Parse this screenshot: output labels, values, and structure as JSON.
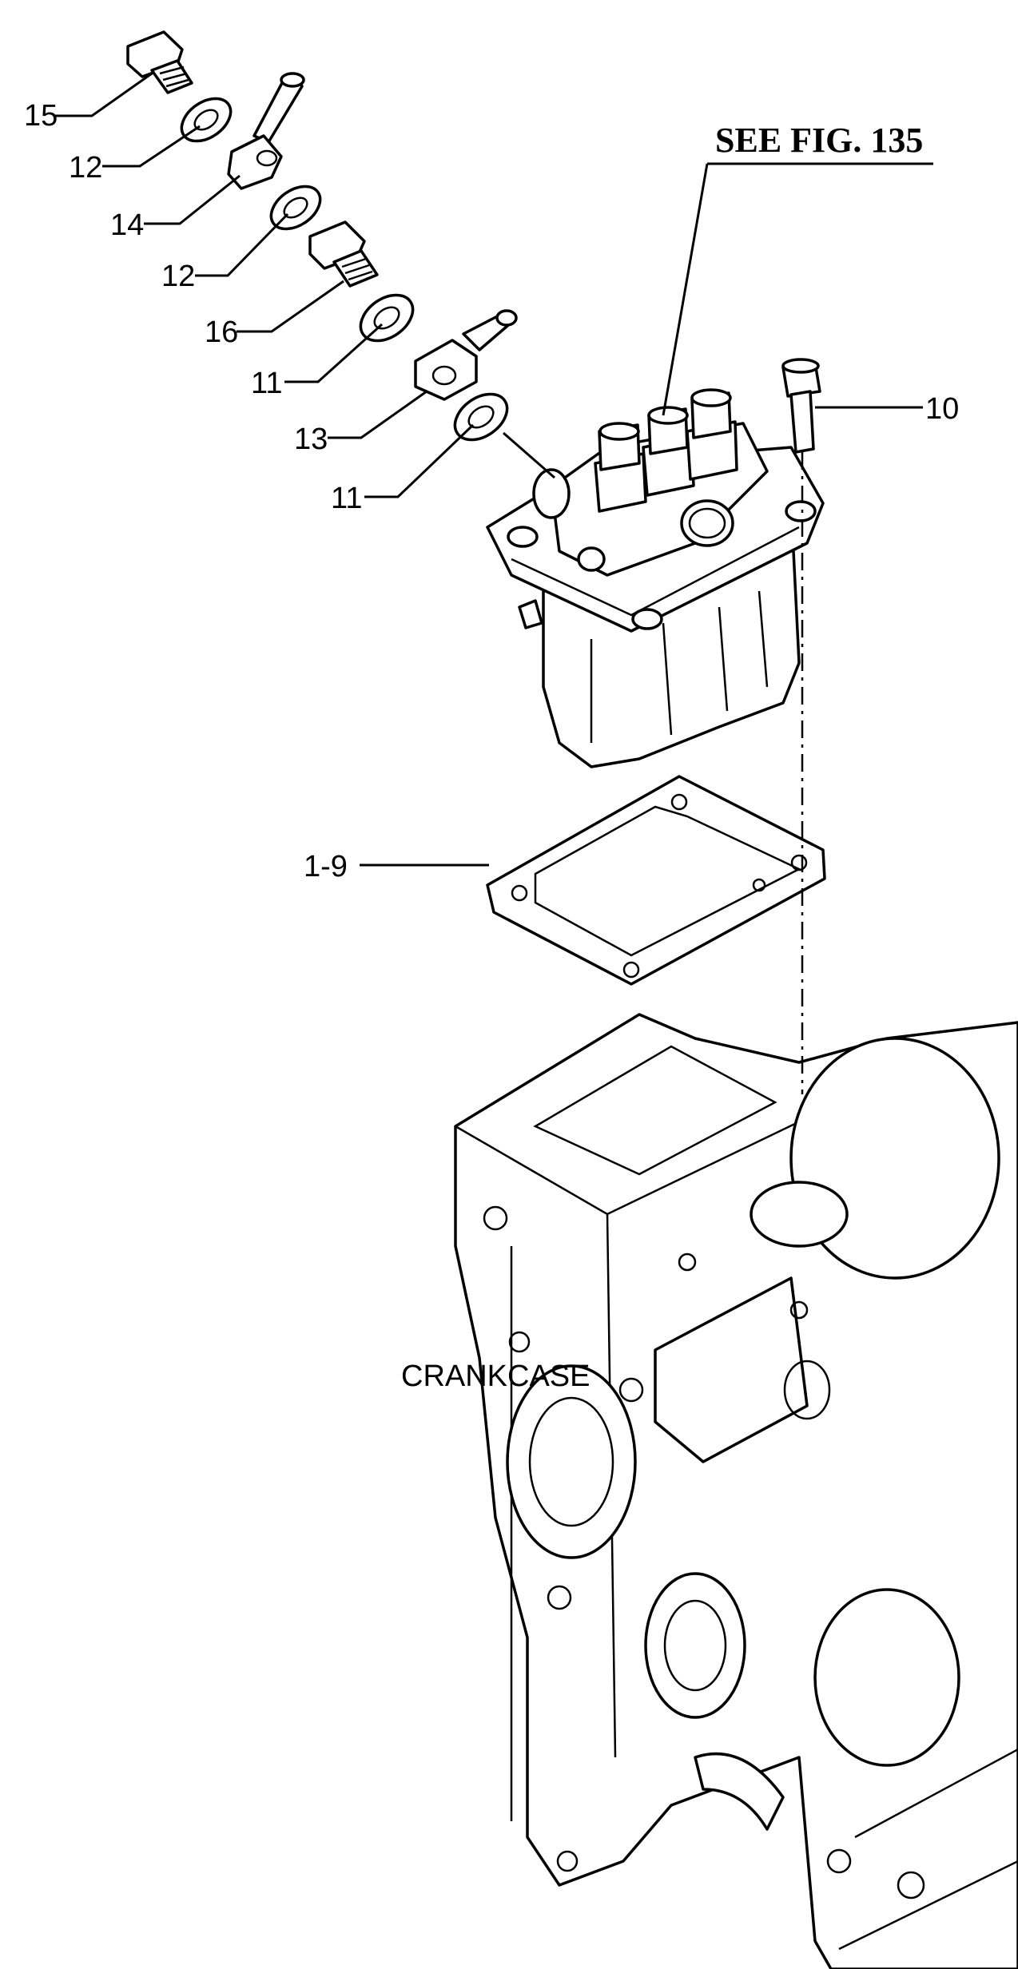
{
  "figure": {
    "reference": "SEE FIG. 135",
    "crankcase_label": "CRANKCASE"
  },
  "callouts": {
    "c15": "15",
    "c12a": "12",
    "c14": "14",
    "c12b": "12",
    "c16": "16",
    "c11a": "11",
    "c13": "13",
    "c11b": "11",
    "c10": "10",
    "c19": "1-9"
  }
}
